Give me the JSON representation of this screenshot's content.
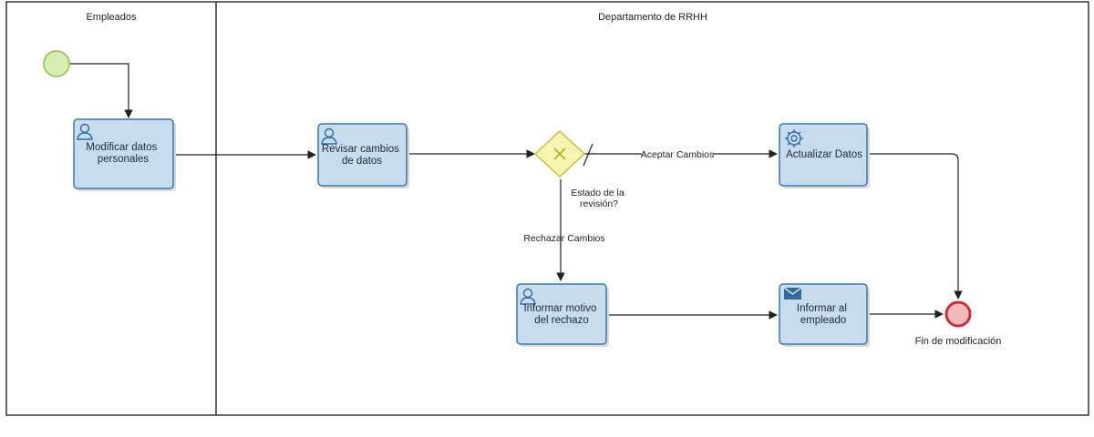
{
  "lanes": {
    "employees": "Empleados",
    "hr": "Departamento de RRHH"
  },
  "tasks": {
    "modify": [
      "Modificar datos",
      "personales"
    ],
    "review": [
      "Revisar cambios",
      "de datos"
    ],
    "update": [
      "Actualizar Datos"
    ],
    "inform_reason": [
      "Informar motivo",
      "del rechazo"
    ],
    "inform_employee": [
      "Informar al",
      "empleado"
    ]
  },
  "gateway": {
    "question": [
      "Estado de la",
      "revisión?"
    ]
  },
  "flows": {
    "accept": "Aceptar Cambios",
    "reject": "Rechazar Cambios"
  },
  "events": {
    "end_label": "Fin de modificación"
  },
  "colors": {
    "task_fill": "#c7dcef",
    "task_stroke": "#3b78ad",
    "start_fill": "#d8eeb0",
    "start_stroke": "#8dbb4a",
    "gateway_fill": "#f7f3b0",
    "gateway_stroke": "#c9bf3a",
    "end_fill": "#f4b9b9",
    "end_stroke": "#c8303a"
  },
  "icons": {
    "user": "user-icon",
    "service": "gear-icon",
    "send": "envelope-icon"
  }
}
